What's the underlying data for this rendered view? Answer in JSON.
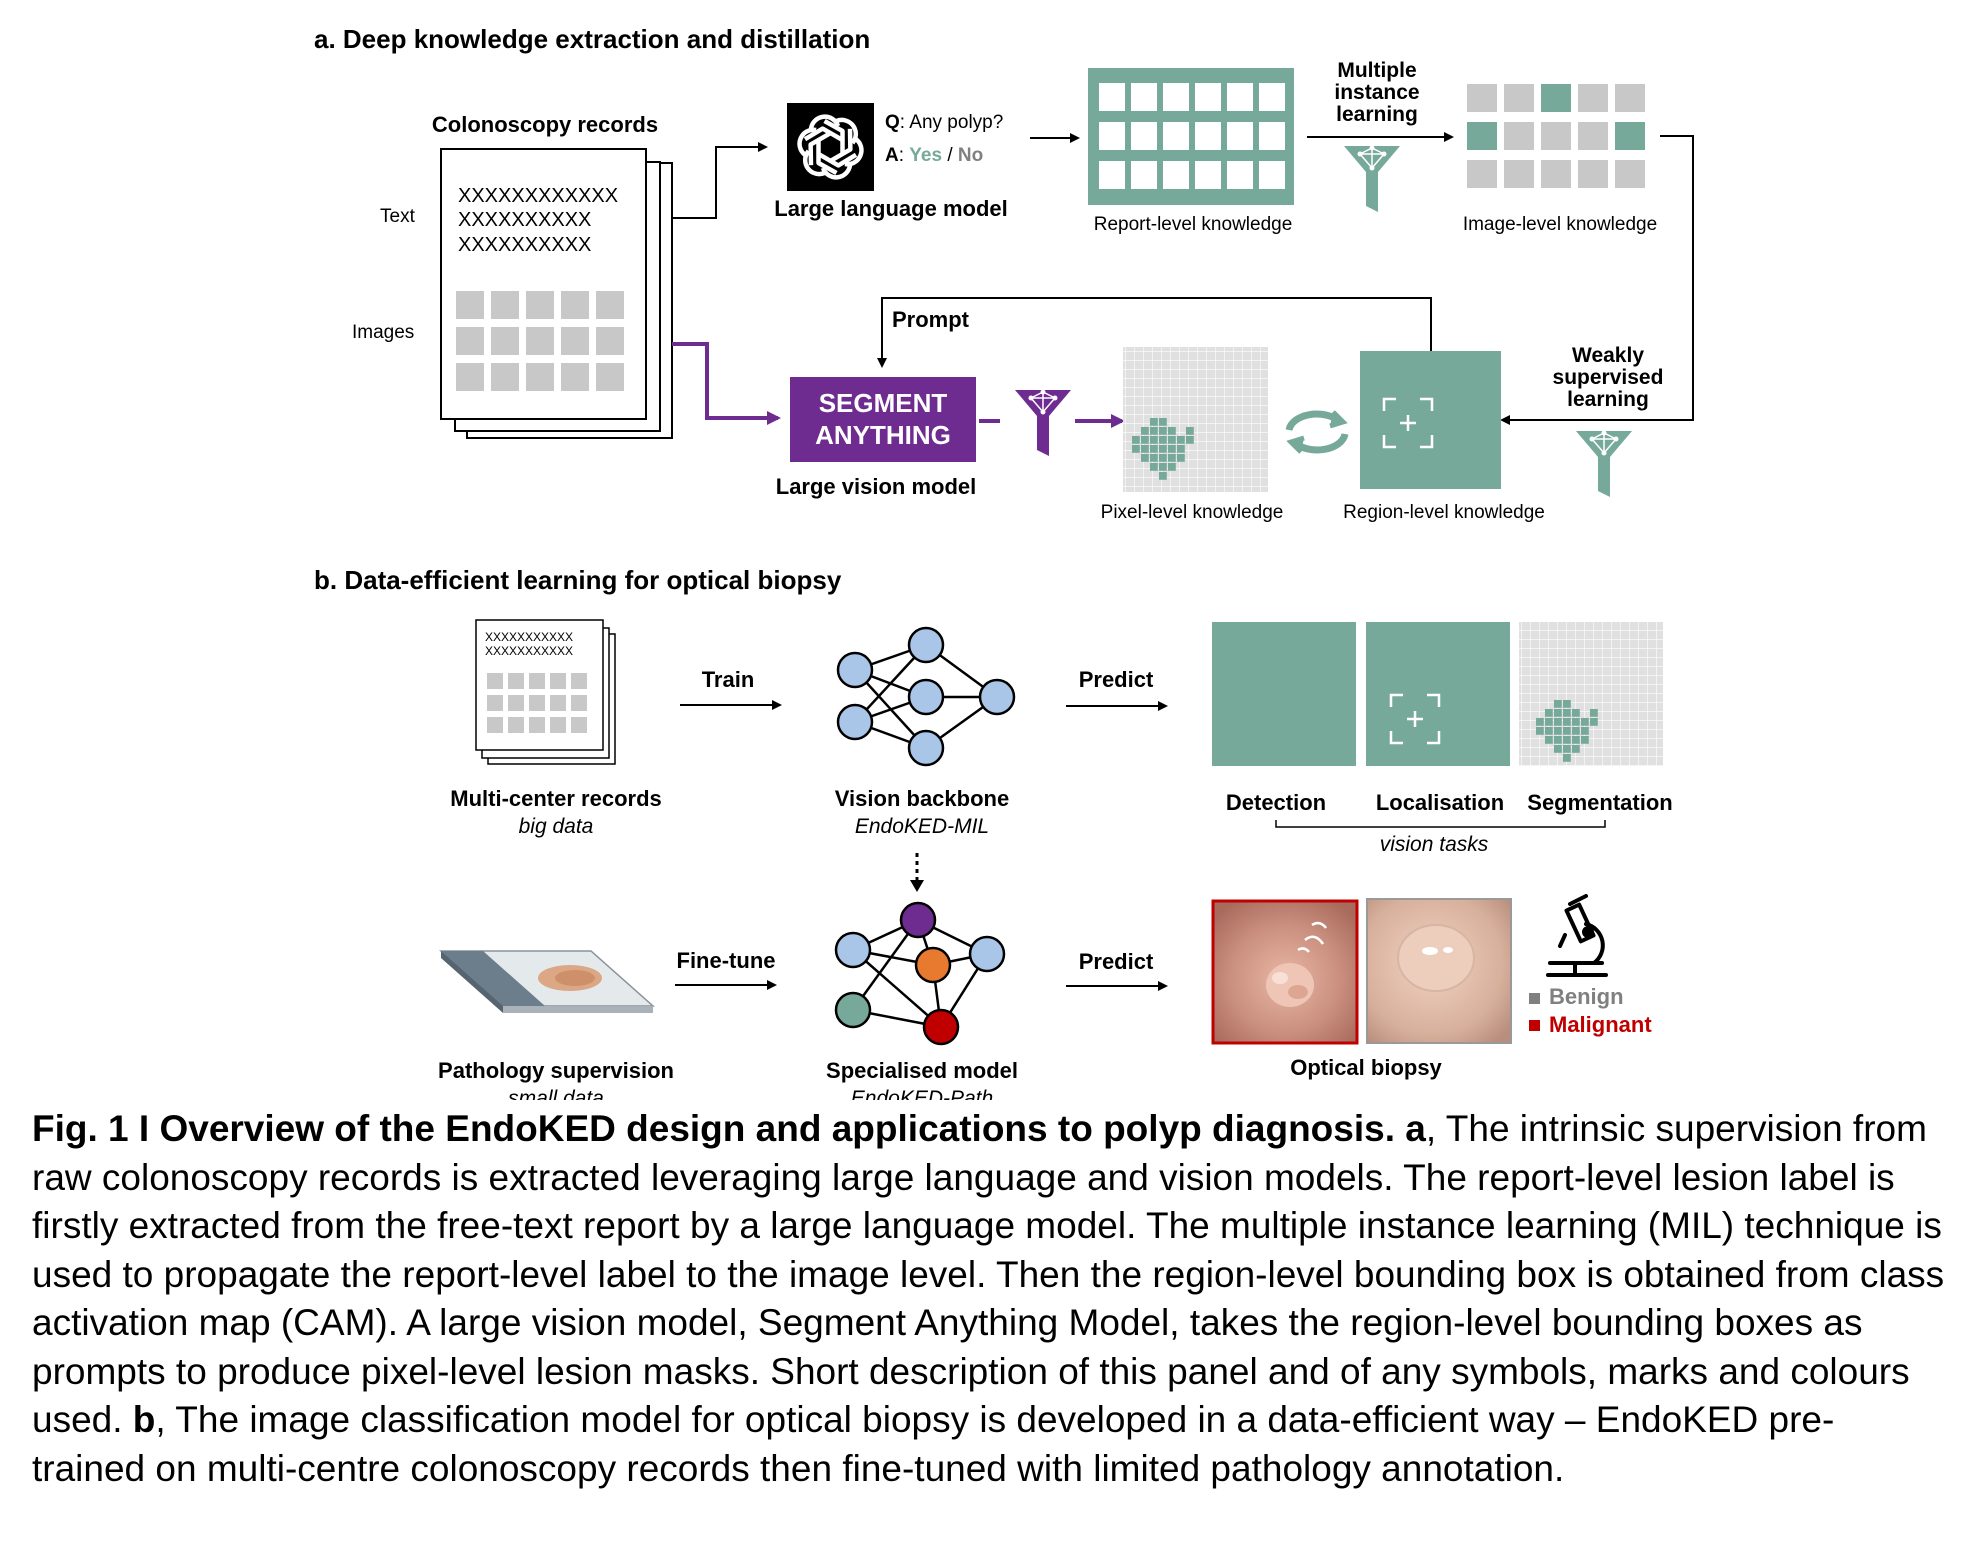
{
  "panel_a": {
    "title": "a. Deep knowledge extraction and distillation",
    "records_title": "Colonoscopy records",
    "text_label": "Text",
    "images_label": "Images",
    "xline1": "XXXXXXXXXXXX",
    "xline2": "XXXXXXXXXX",
    "xline3": "XXXXXXXXXX",
    "q_prefix": "Q",
    "q_text": ": Any polyp?",
    "a_prefix": "A",
    "a_sep": ": ",
    "a_yes": "Yes",
    "a_slash": " / ",
    "a_no": "No",
    "llm_label": "Large language model",
    "report_level": "Report-level knowledge",
    "mil_line1": "Multiple",
    "mil_line2": "instance",
    "mil_line3": "learning",
    "image_level": "Image-level knowledge",
    "prompt": "Prompt",
    "sam_line1": "SEGMENT",
    "sam_line2": "ANYTHING",
    "lvm_label": "Large vision model",
    "pixel_level": "Pixel-level knowledge",
    "region_level": "Region-level knowledge",
    "wsl_line1": "Weakly",
    "wsl_line2": "supervised",
    "wsl_line3": "learning"
  },
  "panel_b": {
    "title": "b. Data-efficient learning for optical biopsy",
    "doc_x1": "XXXXXXXXXXX",
    "doc_x2": "XXXXXXXXXXX",
    "train": "Train",
    "predict1": "Predict",
    "multi_center": "Multi-center records",
    "big_data": "big data",
    "vision_backbone": "Vision backbone",
    "endoked_mil": "EndoKED-MIL",
    "detection": "Detection",
    "localisation": "Localisation",
    "segmentation": "Segmentation",
    "vision_tasks": "vision tasks",
    "fine_tune": "Fine-tune",
    "predict2": "Predict",
    "pathology": "Pathology supervision",
    "small_data": "small data",
    "specialised": "Specialised model",
    "endoked_path": "EndoKED-Path",
    "optical_biopsy": "Optical biopsy",
    "benign": "Benign",
    "malignant": "Malignant"
  },
  "caption": {
    "fig_title": "Fig. 1 I Overview of the EndoKED design and applications to polyp diagnosis.",
    "a_bold": "a",
    "a_text": ", The intrinsic supervision from raw colonoscopy records is extracted leveraging large language and vision models. The report-level lesion label is firstly extracted from the free-text report by a large language model. The multiple instance learning (MIL) technique is used to propagate the report-level label to the image level. Then the region-level bounding box is obtained from class activation map (CAM). A large vision model, Segment Anything Model, takes the region-level bounding boxes as prompts to produce pixel-level lesion masks. Short description of this panel and of any symbols, marks and colours used. ",
    "b_bold": "b",
    "b_text": ", The image classification model for optical biopsy is developed in a data-efficient way – EndoKED pre-trained on multi-centre colonoscopy records then fine-tuned with limited pathology annotation."
  },
  "colors": {
    "teal": "#77A99A",
    "purple": "#6E2C91",
    "gray": "#C8C8C8",
    "malignant_red": "#C00000",
    "benign_gray": "#808080"
  },
  "icons": [
    "openai-logo-icon",
    "funnel-icon",
    "cycle-arrows-icon",
    "crosshair-icon",
    "neural-network-icon",
    "microscope-icon",
    "glass-slide-icon"
  ]
}
